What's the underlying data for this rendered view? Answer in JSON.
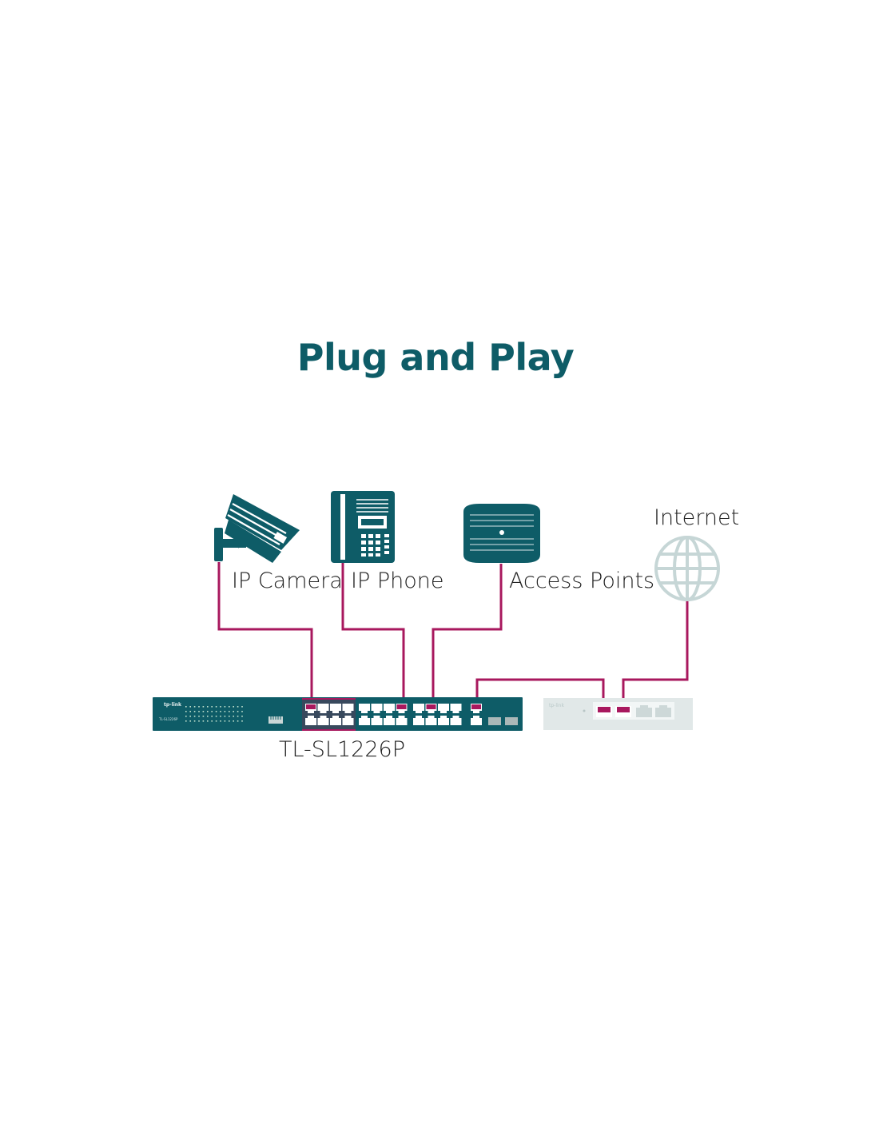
{
  "title": "Plug and Play",
  "labels": {
    "camera": "IP Camera",
    "phone": "IP Phone",
    "access_points": "Access Points",
    "internet": "Internet",
    "switch_model": "TL-SL1226P"
  },
  "devices": {
    "main_switch_brand": "tp-link",
    "main_switch_model_small": "TL-SL1226P",
    "router_brand": "tp-link"
  },
  "colors": {
    "primary": "#0e5c67",
    "cable": "#a8185e",
    "globe": "#c6d6d6",
    "router": "#e1e8e8"
  }
}
